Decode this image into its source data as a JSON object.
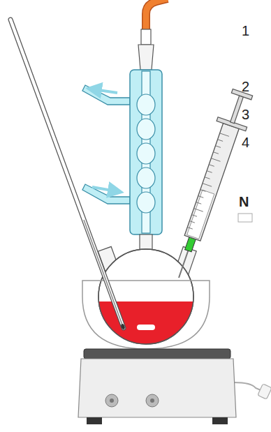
{
  "diagram": {
    "labels": [
      "1",
      "2",
      "3",
      "4",
      "N"
    ]
  }
}
